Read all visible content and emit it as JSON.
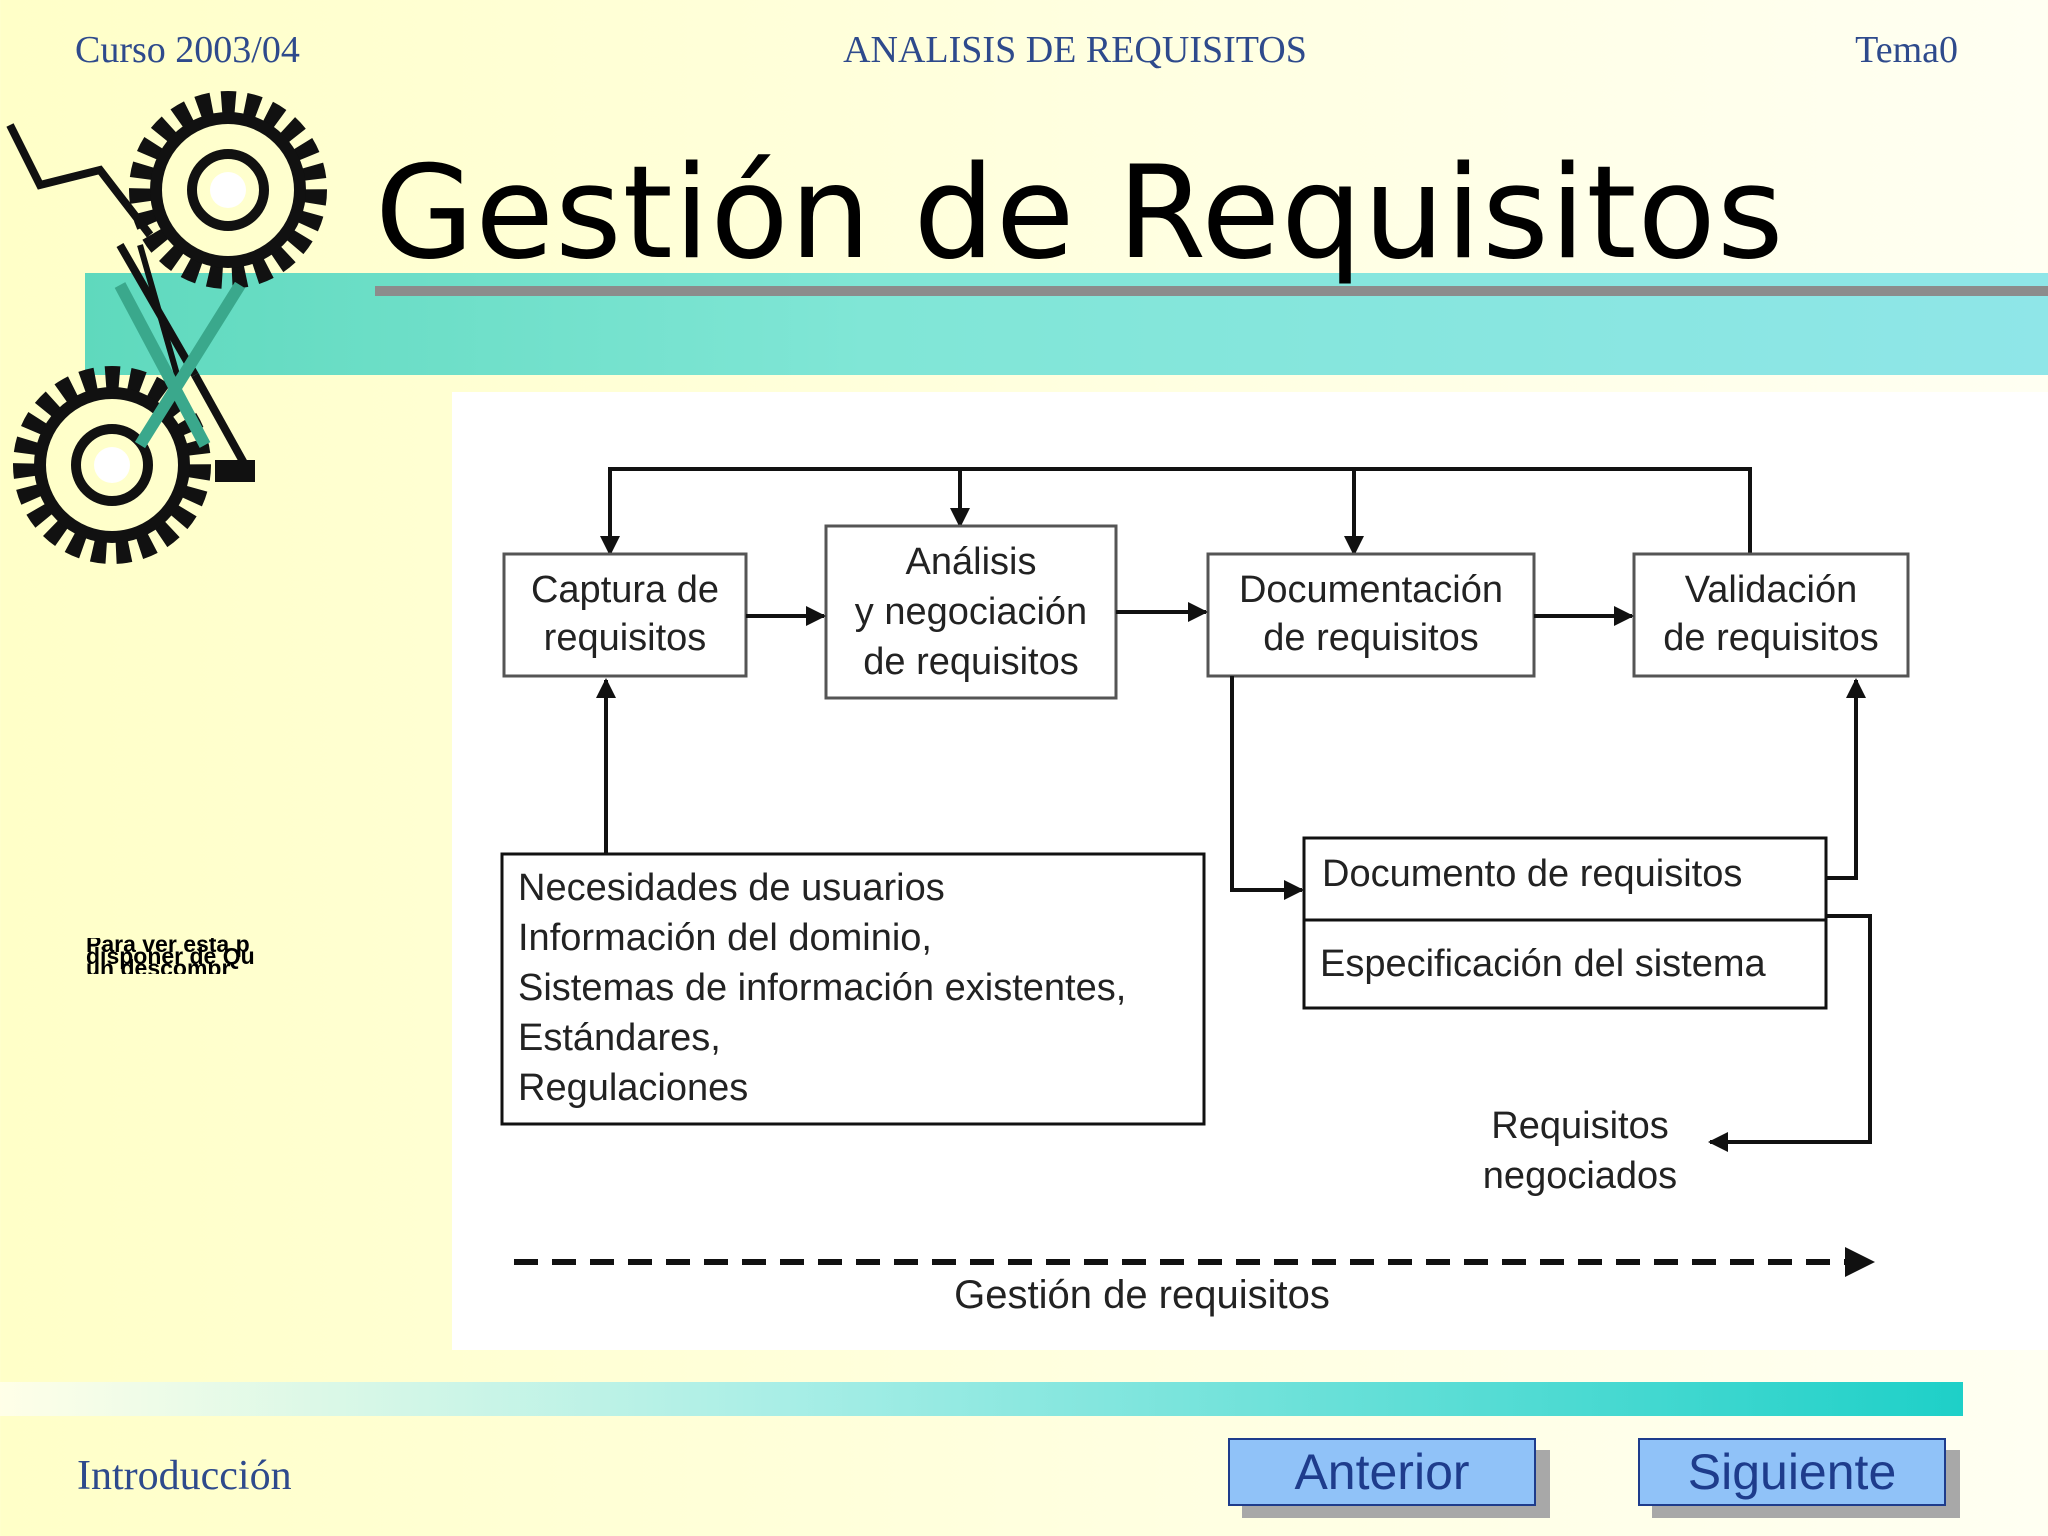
{
  "header": {
    "course": "Curso 2003/04",
    "subject": "ANALISIS DE REQUISITOS",
    "topic": "Tema0"
  },
  "slide": {
    "title": "Gestión de Requisitos"
  },
  "quicktime_note": {
    "line1": "Para ver esta p",
    "line2": "disponer de Qu",
    "line3": "un descompr"
  },
  "diagram": {
    "boxes": {
      "captura": [
        "Captura de",
        "requisitos"
      ],
      "analisis": [
        "Análisis",
        "y negociación",
        "de requisitos"
      ],
      "documentacion": [
        "Documentación",
        "de requisitos"
      ],
      "validacion": [
        "Validación",
        "de requisitos"
      ],
      "fuentes": [
        "Necesidades de usuarios",
        "Información del dominio,",
        "Sistemas de información existentes,",
        "Estándares,",
        "Regulaciones"
      ],
      "documento": "Documento de requisitos",
      "especificacion": "Especificación del sistema"
    },
    "output_label": [
      "Requisitos",
      "negociados"
    ],
    "management_label": "Gestión de requisitos"
  },
  "footer": {
    "section": "Introducción",
    "prev_label": "Anterior",
    "next_label": "Siguiente"
  }
}
